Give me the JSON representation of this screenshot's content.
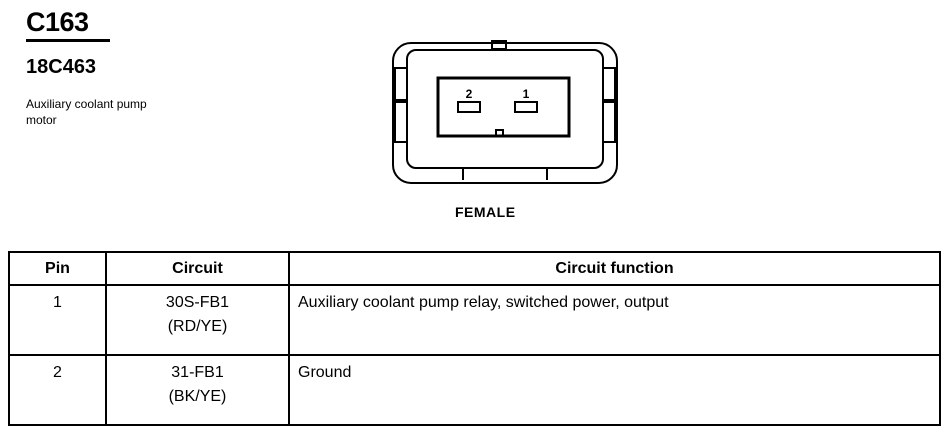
{
  "header": {
    "connector_id": "C163",
    "part_number": "18C463",
    "description": "Auxiliary coolant pump motor"
  },
  "diagram": {
    "view_label": "FEMALE",
    "pin_labels": [
      "2",
      "1"
    ]
  },
  "table": {
    "headers": {
      "pin": "Pin",
      "circuit": "Circuit",
      "function": "Circuit function"
    },
    "rows": [
      {
        "pin": "1",
        "circuit": "30S-FB1",
        "color": "(RD/YE)",
        "function": "Auxiliary coolant pump relay, switched power, output"
      },
      {
        "pin": "2",
        "circuit": "31-FB1",
        "color": "(BK/YE)",
        "function": "Ground"
      }
    ]
  }
}
